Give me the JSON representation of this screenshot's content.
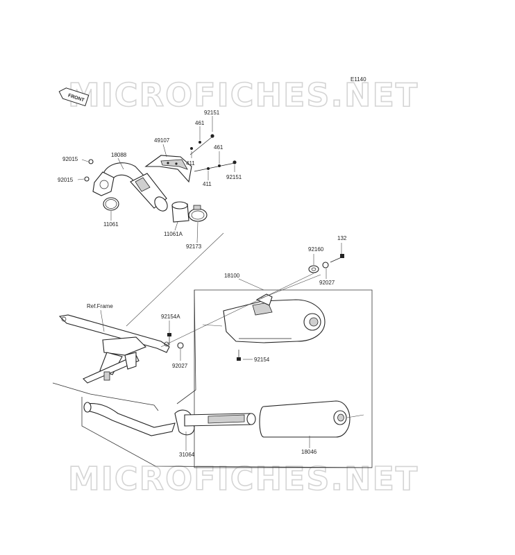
{
  "diagram": {
    "code": "E1140",
    "front_label": "FRONT",
    "watermark": "MICROFICHES.NET",
    "ref_frame": "Ref.Frame"
  },
  "parts": [
    {
      "id": "p92151a",
      "label": "92151"
    },
    {
      "id": "p461a",
      "label": "461"
    },
    {
      "id": "p49107",
      "label": "49107"
    },
    {
      "id": "p411a",
      "label": "411"
    },
    {
      "id": "p461b",
      "label": "461"
    },
    {
      "id": "p92151b",
      "label": "92151"
    },
    {
      "id": "p411b",
      "label": "411"
    },
    {
      "id": "p18088",
      "label": "18088"
    },
    {
      "id": "p92015a",
      "label": "92015"
    },
    {
      "id": "p92015b",
      "label": "92015"
    },
    {
      "id": "p11061",
      "label": "11061"
    },
    {
      "id": "p11061A",
      "label": "11061A"
    },
    {
      "id": "p92173",
      "label": "92173"
    },
    {
      "id": "p132",
      "label": "132"
    },
    {
      "id": "p92160",
      "label": "92160"
    },
    {
      "id": "p92027a",
      "label": "92027"
    },
    {
      "id": "p18100",
      "label": "18100"
    },
    {
      "id": "p92154A",
      "label": "92154A"
    },
    {
      "id": "p92027b",
      "label": "92027"
    },
    {
      "id": "p92154",
      "label": "92154"
    },
    {
      "id": "p31064",
      "label": "31064"
    },
    {
      "id": "p18046",
      "label": "18046"
    }
  ]
}
